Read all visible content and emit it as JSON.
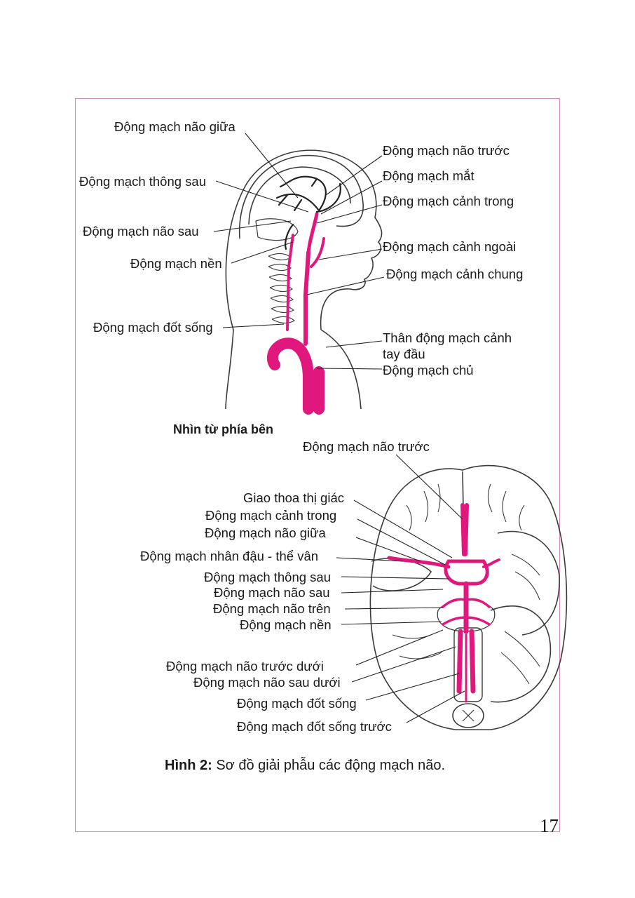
{
  "colors": {
    "artery": "#e0177d",
    "frame": "#d98ab4",
    "outline": "#3a3a3a"
  },
  "side_view": {
    "title": "Nhìn từ phía bên",
    "labels": {
      "middle_cerebral": "Động mạch não giữa",
      "anterior_cerebral": "Động mạch não trước",
      "posterior_communicating": "Động mạch thông sau",
      "ophthalmic": "Động mạch mắt",
      "internal_carotid": "Động mạch cảnh trong",
      "posterior_cerebral": "Động mạch não sau",
      "external_carotid": "Động mạch cảnh ngoài",
      "basilar": "Động mạch nền",
      "common_carotid": "Động mạch cảnh chung",
      "vertebral": "Động mạch đốt sống",
      "brachiocephalic_1": "Thân động mạch cảnh",
      "brachiocephalic_2": "tay đầu",
      "aorta": "Động mạch chủ"
    }
  },
  "bottom_view": {
    "labels": {
      "anterior_cerebral": "Động mạch não trước",
      "optic_chiasm": "Giao thoa thị giác",
      "internal_carotid": "Động mạch cảnh trong",
      "middle_cerebral": "Động mạch não giữa",
      "lenticulostriate": "Động mạch nhân đậu - thể vân",
      "posterior_communicating": "Động mạch thông sau",
      "posterior_cerebral": "Động mạch não sau",
      "superior_cerebellar": "Động mạch não trên",
      "basilar": "Động mạch nền",
      "anterior_inferior_cerebellar": "Động mạch não trước dưới",
      "posterior_inferior_cerebellar": "Động mạch não sau dưới",
      "vertebral": "Động mạch đốt sống",
      "anterior_spinal": "Động mạch đốt sống trước"
    }
  },
  "caption": {
    "prefix": "Hình 2:",
    "text": " Sơ đồ giải phẫu các động mạch não."
  },
  "page_number": "17"
}
